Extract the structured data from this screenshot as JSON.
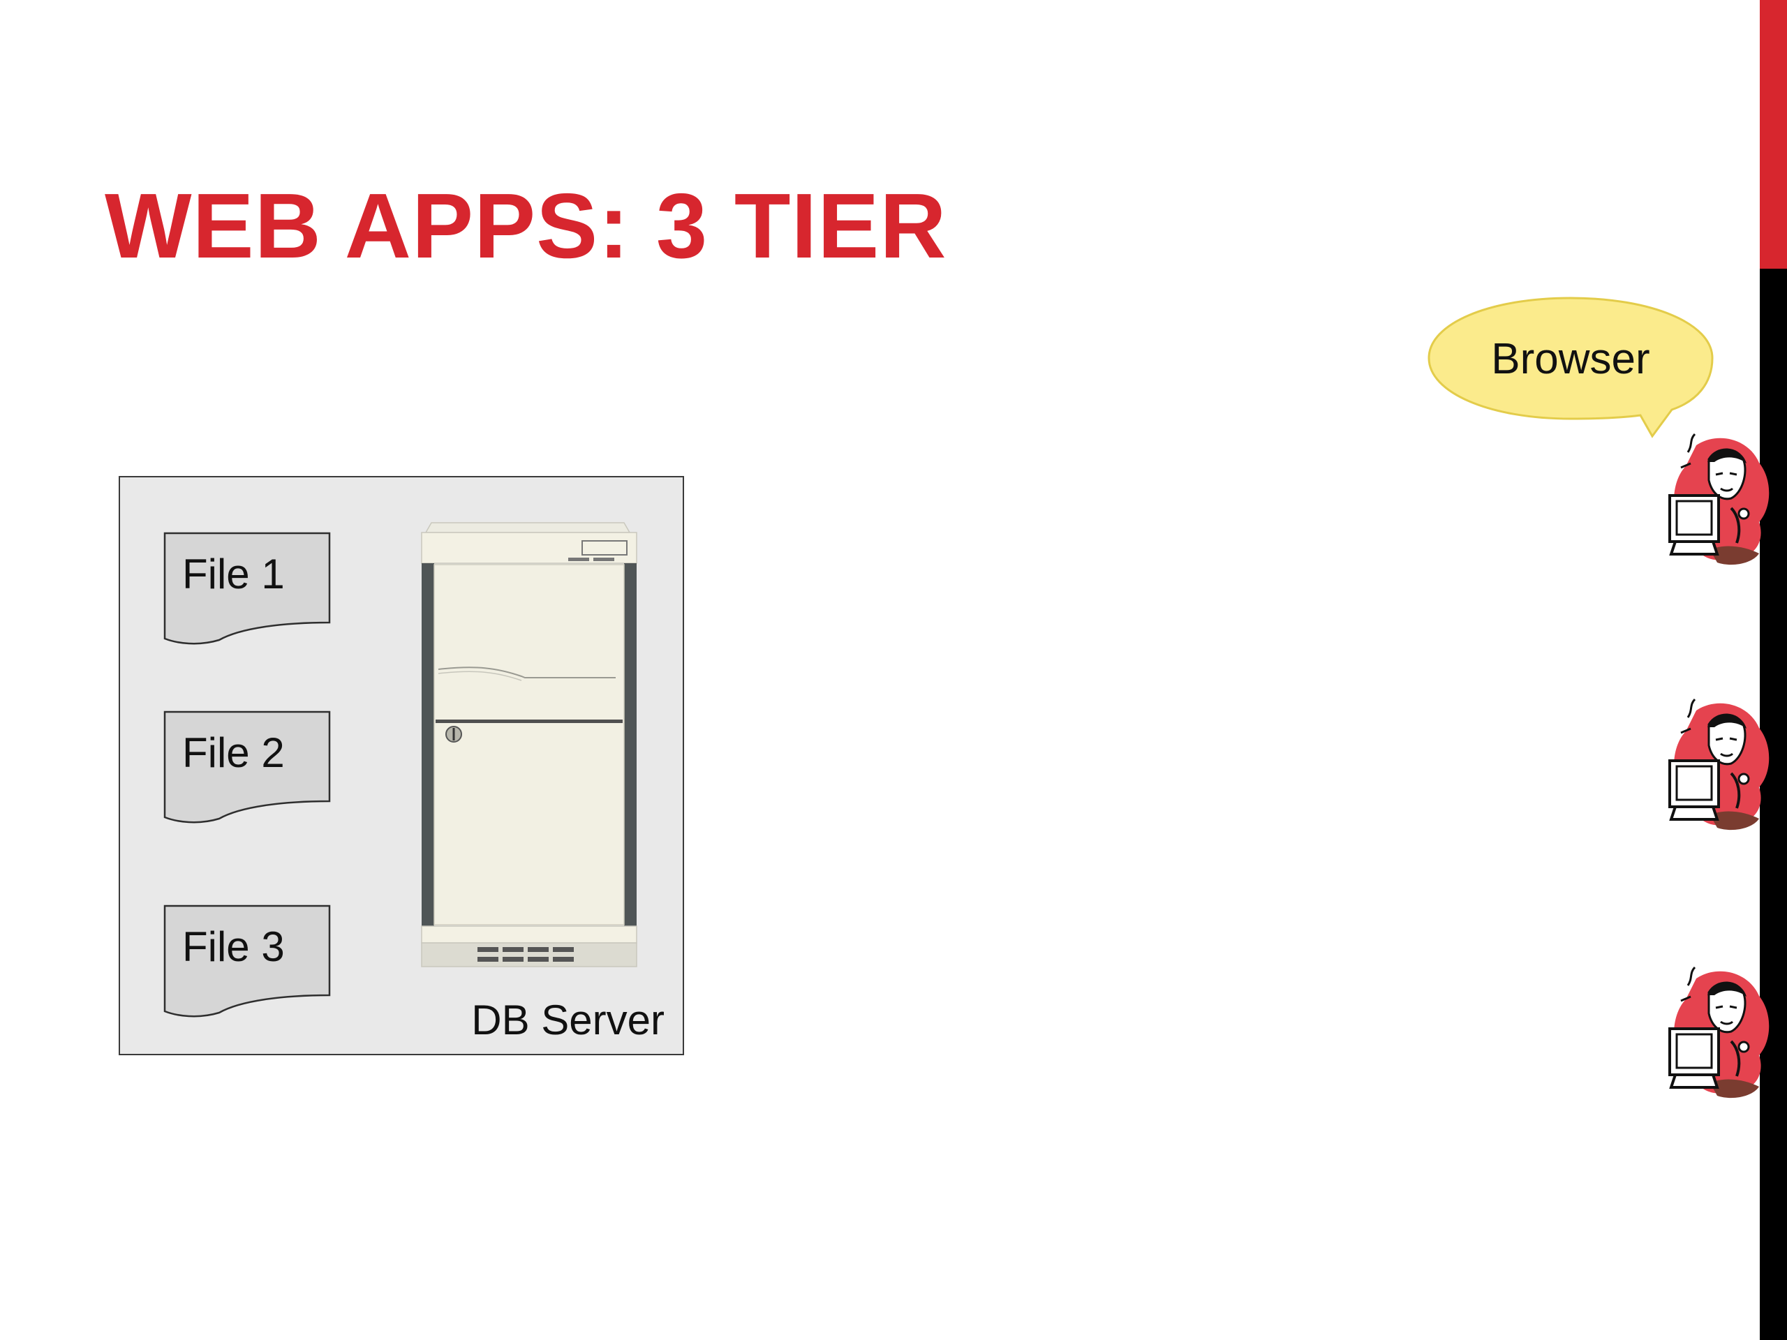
{
  "slide": {
    "title": "WEB APPS: 3 TIER",
    "accent_color": "#d7262e"
  },
  "db_server": {
    "label": "DB Server",
    "files": [
      {
        "label": "File 1"
      },
      {
        "label": "File 2"
      },
      {
        "label": "File 3"
      }
    ]
  },
  "browser_bubble": {
    "label": "Browser",
    "fill_color": "#fbeb8c"
  },
  "clients": [
    {
      "icon": "user-at-computer-icon"
    },
    {
      "icon": "user-at-computer-icon"
    },
    {
      "icon": "user-at-computer-icon"
    }
  ]
}
